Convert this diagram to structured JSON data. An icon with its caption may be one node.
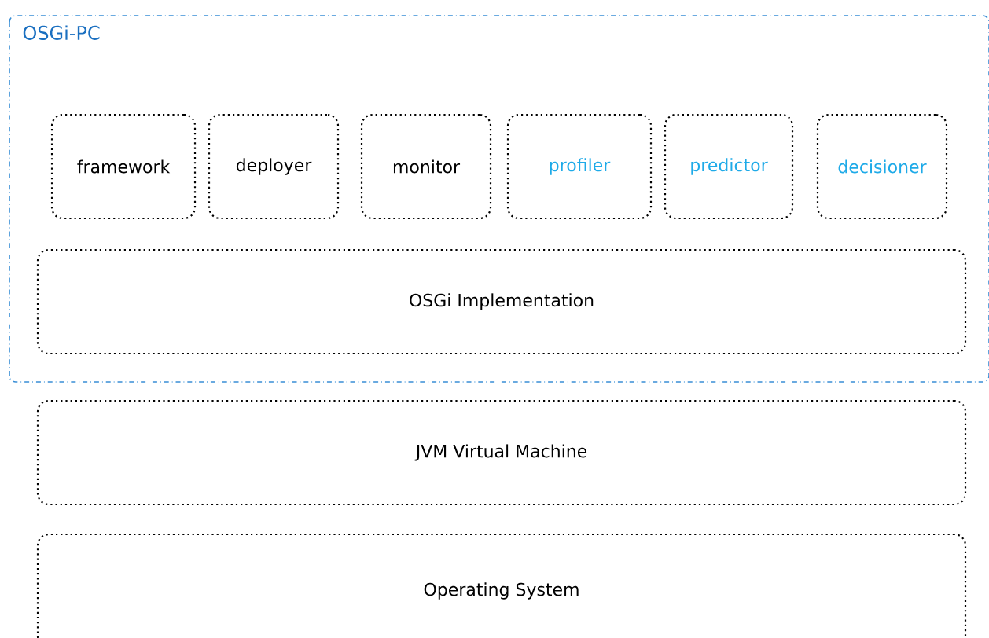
{
  "diagram": {
    "nodes": [
      {
        "text": [
          "OSGi-PC"
        ]
      },
      {
        "text": [
          "framework"
        ],
        "in": 0
      },
      {
        "text": [
          "deployer"
        ],
        "in": 0
      },
      {
        "text": [
          "monitor"
        ],
        "in": 0
      },
      {
        "text": [
          "profiler"
        ],
        "in": 0
      },
      {
        "text": [
          "predictor"
        ],
        "in": 0
      },
      {
        "text": [
          "decisioner"
        ],
        "in": 0
      },
      {
        "text": [
          "OSGi Implementation"
        ],
        "in": 0
      },
      {
        "text": [
          "JVM Virtual Machine"
        ]
      },
      {
        "text": [
          "Operating System"
        ]
      }
    ]
  }
}
